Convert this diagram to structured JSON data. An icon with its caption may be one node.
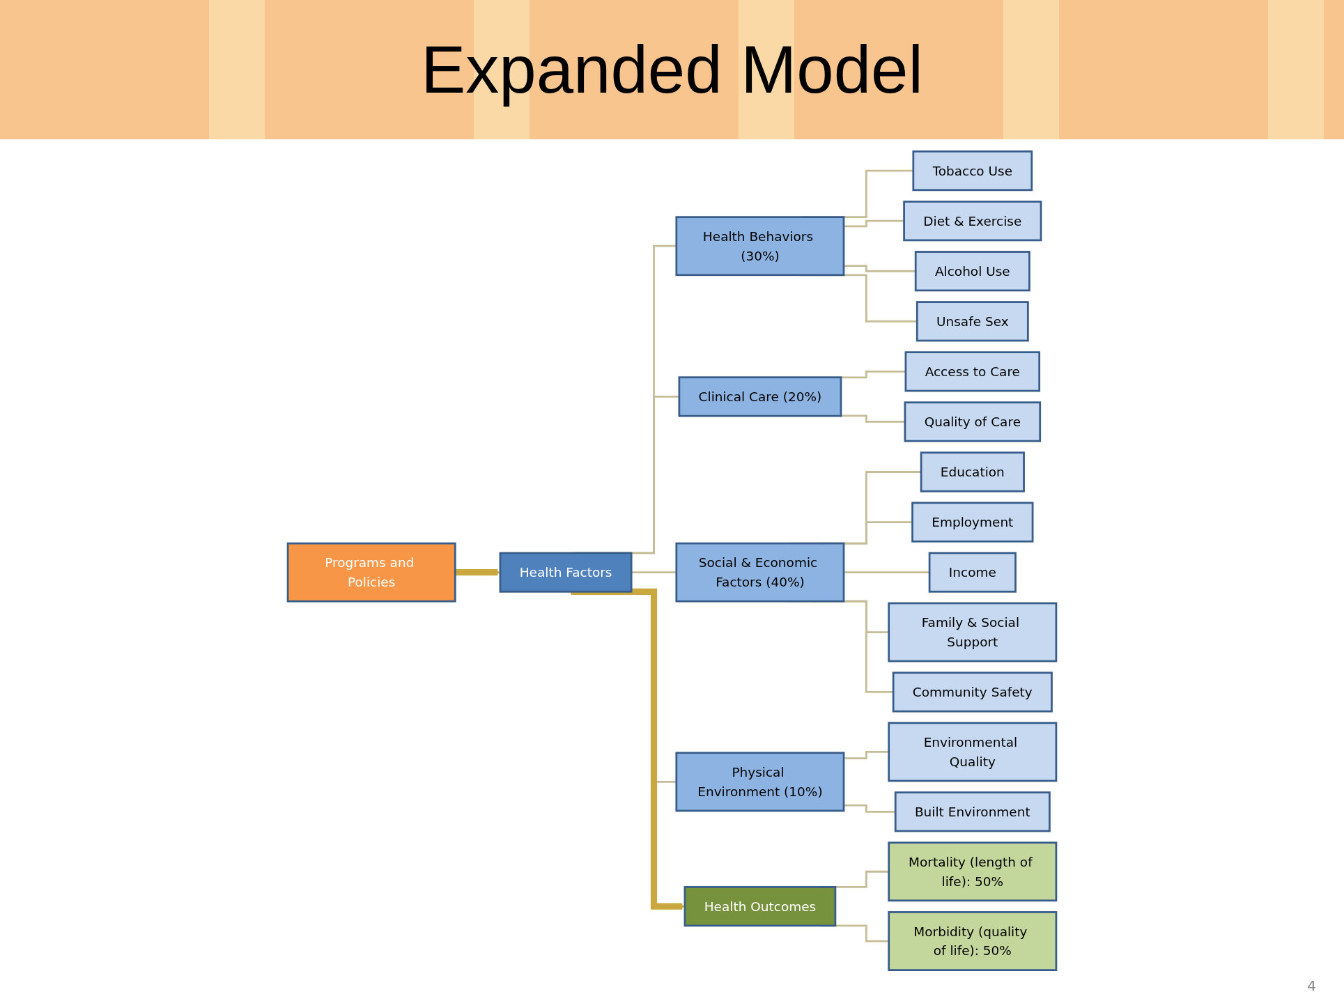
{
  "diagram": {
    "title": "Expanded Model",
    "nodes": [
      {
        "text": [
          "Health Outcomes"
        ]
      },
      {
        "text": [
          "Mortality (length of life): 50%"
        ]
      },
      {
        "text": [
          "Morbidity (quality of life): 50%"
        ]
      },
      {
        "text": [
          "Health Factors"
        ]
      },
      {
        "text": [
          "Health Behaviors (30%)"
        ]
      },
      {
        "text": [
          "Tobacco Use"
        ]
      },
      {
        "text": [
          "Diet & Exercise"
        ]
      },
      {
        "text": [
          "Alcohol Use"
        ]
      },
      {
        "text": [
          "Unsafe Sex"
        ]
      },
      {
        "text": [
          "Clinical Care (20%)"
        ]
      },
      {
        "text": [
          "Access to Care"
        ]
      },
      {
        "text": [
          "Quality of Care"
        ]
      },
      {
        "text": [
          "Social & Economic Factors (40%)"
        ]
      },
      {
        "text": [
          "Education"
        ]
      },
      {
        "text": [
          "Employment"
        ]
      },
      {
        "text": [
          "Income"
        ]
      },
      {
        "text": [
          "Family & Social Support"
        ]
      },
      {
        "text": [
          "Community Safety"
        ]
      },
      {
        "text": [
          "Physical Environment (10%)"
        ]
      },
      {
        "text": [
          "Environmental Quality"
        ]
      },
      {
        "text": [
          "Built Environment"
        ]
      },
      {
        "text": [
          "Programs and Policies"
        ]
      }
    ],
    "edges": [
      {
        "from": 0,
        "to": 1,
        "arrow": "none"
      },
      {
        "from": 0,
        "to": 2,
        "arrow": "none"
      },
      {
        "from": 3,
        "to": 4,
        "arrow": "none"
      },
      {
        "from": 3,
        "to": 9,
        "arrow": "none"
      },
      {
        "from": 3,
        "to": 12,
        "arrow": "none"
      },
      {
        "from": 3,
        "to": 18,
        "arrow": "none"
      },
      {
        "from": 4,
        "to": 5,
        "arrow": "none"
      },
      {
        "from": 4,
        "to": 6,
        "arrow": "none"
      },
      {
        "from": 4,
        "to": 7,
        "arrow": "none"
      },
      {
        "from": 4,
        "to": 8,
        "arrow": "none"
      },
      {
        "from": 9,
        "to": 10,
        "arrow": "none"
      },
      {
        "from": 9,
        "to": 11,
        "arrow": "none"
      },
      {
        "from": 12,
        "to": 13,
        "arrow": "none"
      },
      {
        "from": 12,
        "to": 14,
        "arrow": "none"
      },
      {
        "from": 12,
        "to": 15,
        "arrow": "none"
      },
      {
        "from": 12,
        "to": 16,
        "arrow": "none"
      },
      {
        "from": 12,
        "to": 17,
        "arrow": "none"
      },
      {
        "from": 18,
        "to": 19,
        "arrow": "none"
      },
      {
        "from": 18,
        "to": 20,
        "arrow": "none"
      },
      {
        "from": 21,
        "to": 3,
        "arrow": "to",
        "style": "thick",
        "color": "#c9a93f"
      },
      {
        "from": 3,
        "to": 0,
        "arrow": "to",
        "style": "thick",
        "color": "#c9a93f"
      }
    ],
    "labels": [
      "4"
    ]
  }
}
